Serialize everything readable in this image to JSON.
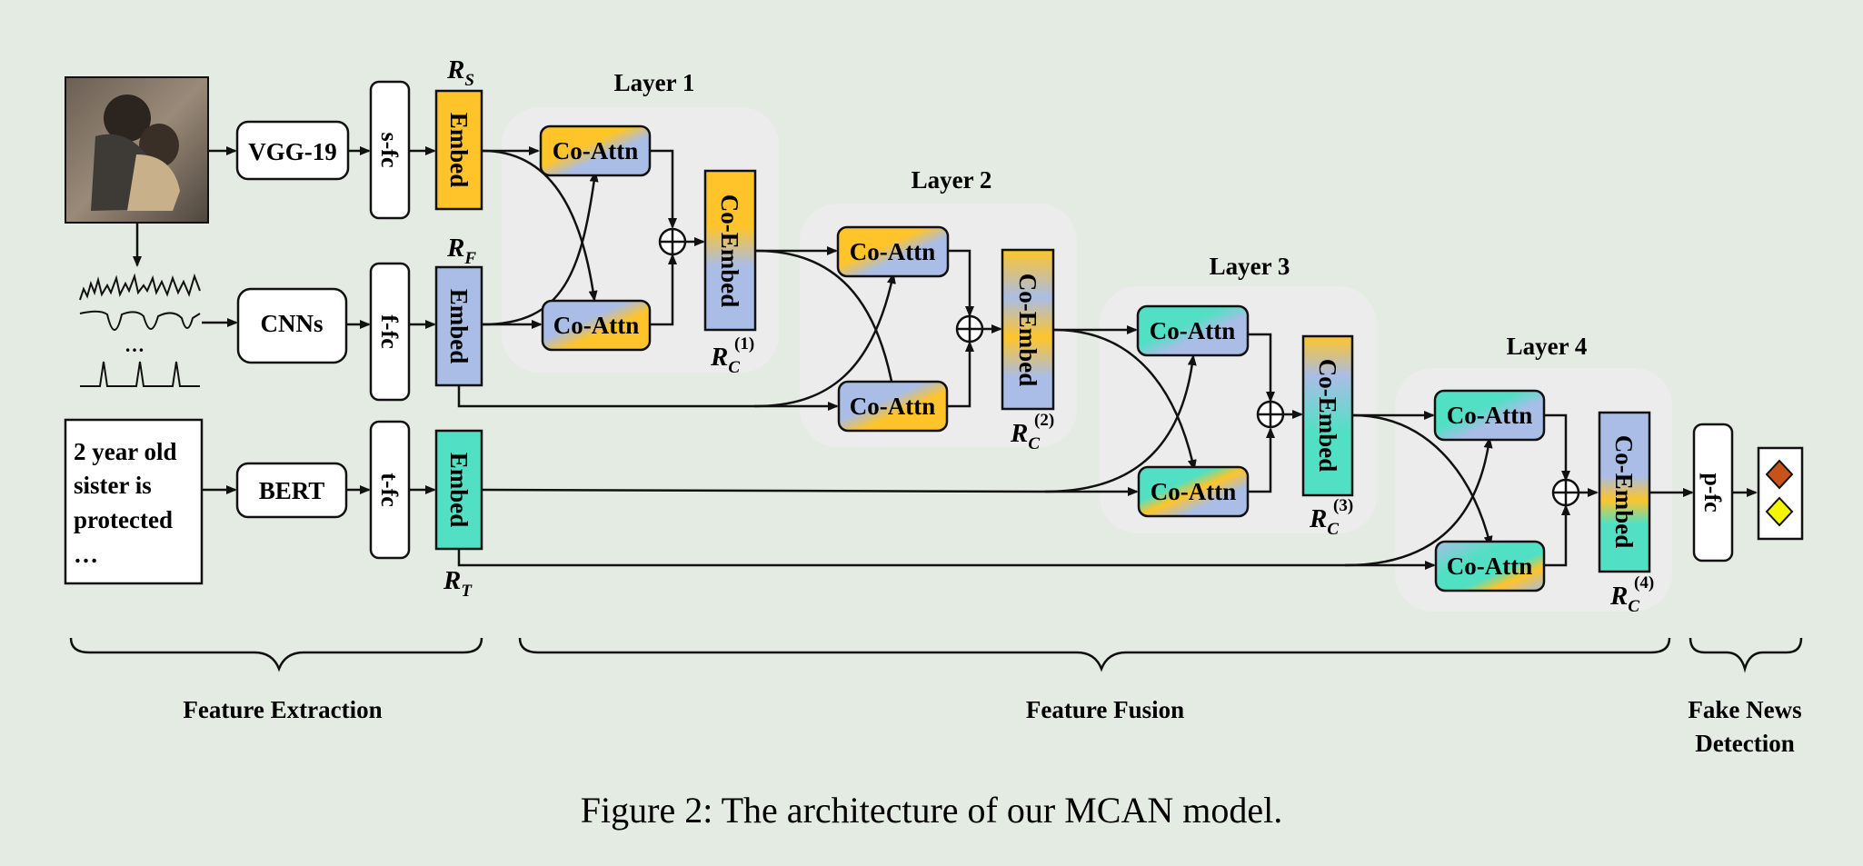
{
  "diagram": {
    "encoders": {
      "image": "VGG-19",
      "frequency": "CNNs",
      "text": "BERT"
    },
    "fc": {
      "image": "s-fc",
      "frequency": "f-fc",
      "text": "t-fc",
      "prediction": "p-fc"
    },
    "embed_label": "Embed",
    "representations": {
      "spatial": {
        "base": "R",
        "sub": "S"
      },
      "frequency": {
        "base": "R",
        "sub": "F"
      },
      "text": {
        "base": "R",
        "sub": "T"
      },
      "co_base": "R",
      "co_sub": "C"
    },
    "text_input_lines": [
      "2 year old",
      "sister is",
      "protected",
      "…"
    ],
    "freq_ellipsis": "…",
    "coattn_label": "Co-Attn",
    "coembed_label": "Co-Embed",
    "plus_symbol": "⊕",
    "layers": [
      {
        "title": "Layer 1",
        "sup": "(1)"
      },
      {
        "title": "Layer 2",
        "sup": "(2)"
      },
      {
        "title": "Layer 3",
        "sup": "(3)"
      },
      {
        "title": "Layer 4",
        "sup": "(4)"
      }
    ],
    "sections": [
      "Feature Extraction",
      "Feature Fusion",
      "Fake News",
      "Detection"
    ],
    "caption": "Figure 2: The architecture of our MCAN model.",
    "colors": {
      "background": "#e4ebe2",
      "layer_panel": "#ececec",
      "spatial": "#fec42a",
      "frequency": "#a9bde6",
      "text": "#52e0c4",
      "output_red": "#c8531a",
      "output_yellow": "#f6f600"
    }
  }
}
